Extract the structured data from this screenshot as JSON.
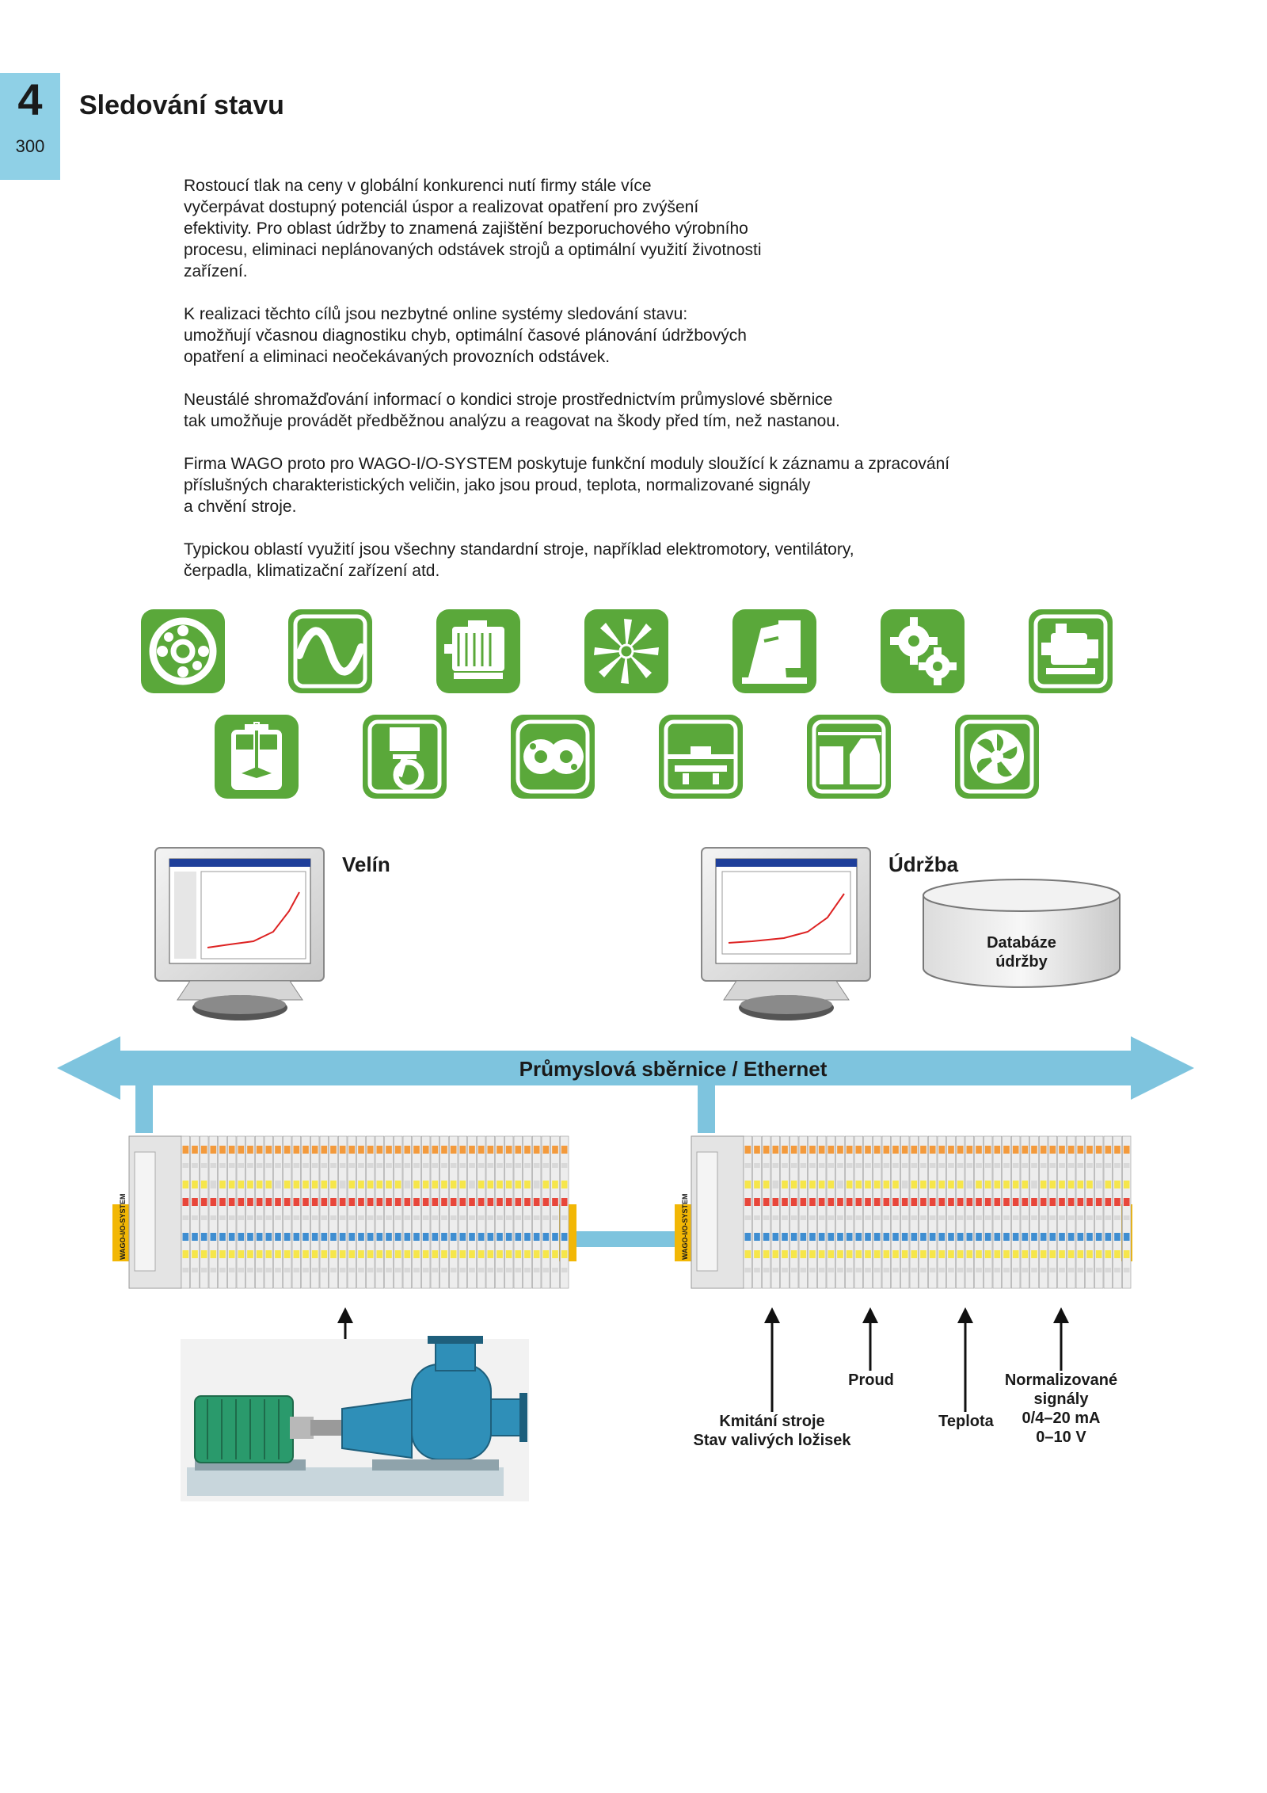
{
  "header": {
    "chapter_number": "4",
    "page_number": "300",
    "title": "Sledování stavu"
  },
  "body": {
    "paragraphs": [
      "Rostoucí tlak na ceny v globální konkurenci nutí firmy stále více\nvyčerpávat dostupný potenciál úspor a realizovat opatření pro zvýšení\nefektivity. Pro oblast údržby to znamená zajištění bezporuchového výrobního\nprocesu, eliminaci neplánovaných odstávek strojů a optimální využití životnosti\nzařízení.",
      "K realizaci těchto cílů jsou nezbytné online systémy sledování stavu:\numožňují včasnou diagnostiku chyb, optimální časové plánování údržbových\nopatření a eliminaci neočekávaných provozních odstávek.",
      "Neustálé shromažďování informací o kondici stroje prostřednictvím průmyslové sběrnice\ntak umožňuje provádět předběžnou analýzu a reagovat na škody před tím, než nastanou.",
      "Firma WAGO proto pro WAGO-I/O-SYSTEM poskytuje funkční moduly sloužící k záznamu a zpracování\npříslušných charakteristických veličin, jako jsou proud, teplota, normalizované signály\na chvění stroje.",
      "Typickou oblastí využití jsou všechny standardní stroje, například elektromotory, ventilátory,\nčerpadla, klimatizační zařízení atd."
    ]
  },
  "icons": {
    "row1": [
      "bearing-icon",
      "sine-wave-icon",
      "electric-motor-icon",
      "fan-icon",
      "machine-tool-icon",
      "gears-icon",
      "pump-unit-icon"
    ],
    "row2": [
      "mixer-icon",
      "piston-engine-icon",
      "gear-pump-icon",
      "press-icon",
      "production-line-icon",
      "turbine-icon"
    ],
    "color": "#5aa83a"
  },
  "diagram": {
    "control_room_label": "Velín",
    "maintenance_label": "Údržba",
    "database_label": "Databáze\núdržby",
    "bus_label": "Průmyslová sběrnice / Ethernet",
    "io_brand_left": "WAGO-I/O-SYSTEM",
    "io_brand_right": "WAGO-I/O-SYSTEM",
    "signals": {
      "vibration": "Kmitání stroje\nStav valivých ložisek",
      "current": "Proud",
      "temperature": "Teplota",
      "normalized": "Normalizované\nsignály\n0/4–20 mA\n0–10 V"
    },
    "bus_color": "#7ec4de"
  }
}
